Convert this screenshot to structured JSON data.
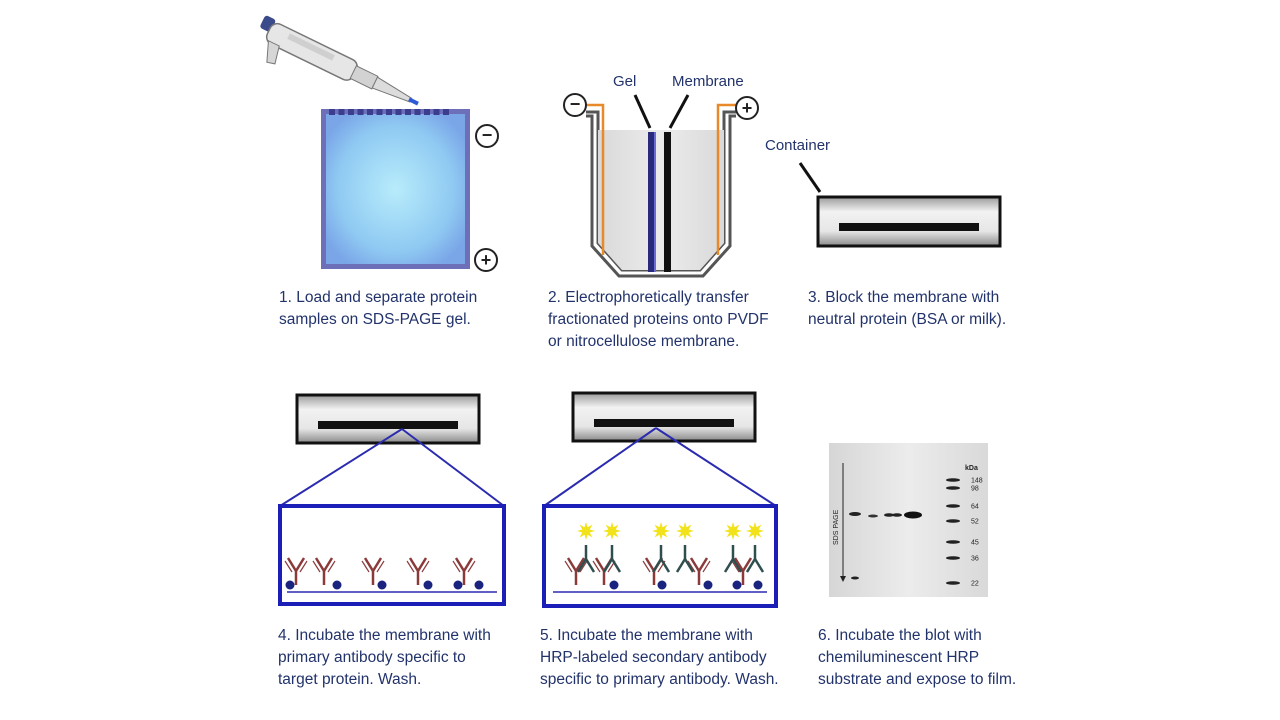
{
  "steps": [
    {
      "caption": "1. Load and separate protein\nsamples on SDS-PAGE gel."
    },
    {
      "caption": "2. Electrophoretically transfer\nfractionated proteins onto PVDF\nor nitrocellulose membrane."
    },
    {
      "caption": "3. Block the membrane with\nneutral protein (BSA or milk)."
    },
    {
      "caption": "4. Incubate the membrane with\nprimary antibody specific to\ntarget protein. Wash."
    },
    {
      "caption": "5. Incubate the membrane with\nHRP-labeled secondary antibody\nspecific to primary antibody. Wash."
    },
    {
      "caption": "6. Incubate the blot with\nchemiluminescent HRP\nsubstrate and expose to film."
    }
  ],
  "labels": {
    "gel": "Gel",
    "membrane": "Membrane",
    "container": "Container",
    "minus": "−",
    "plus": "+"
  },
  "blot": {
    "unit": "kDa",
    "markers": [
      "148",
      "98",
      "64",
      "52",
      "45",
      "36",
      "22"
    ],
    "axis_label": "SDS PAGE"
  },
  "colors": {
    "text": "#22336b",
    "frame_blue": "#1b1fb8",
    "gel_blue": "#9fd8f5",
    "wire_orange": "#e8892a",
    "antibody_primary": "#8b3a3a",
    "antibody_secondary": "#2f4f4f",
    "hrp_star": "#f2e21a",
    "bead": "#1a237e"
  }
}
